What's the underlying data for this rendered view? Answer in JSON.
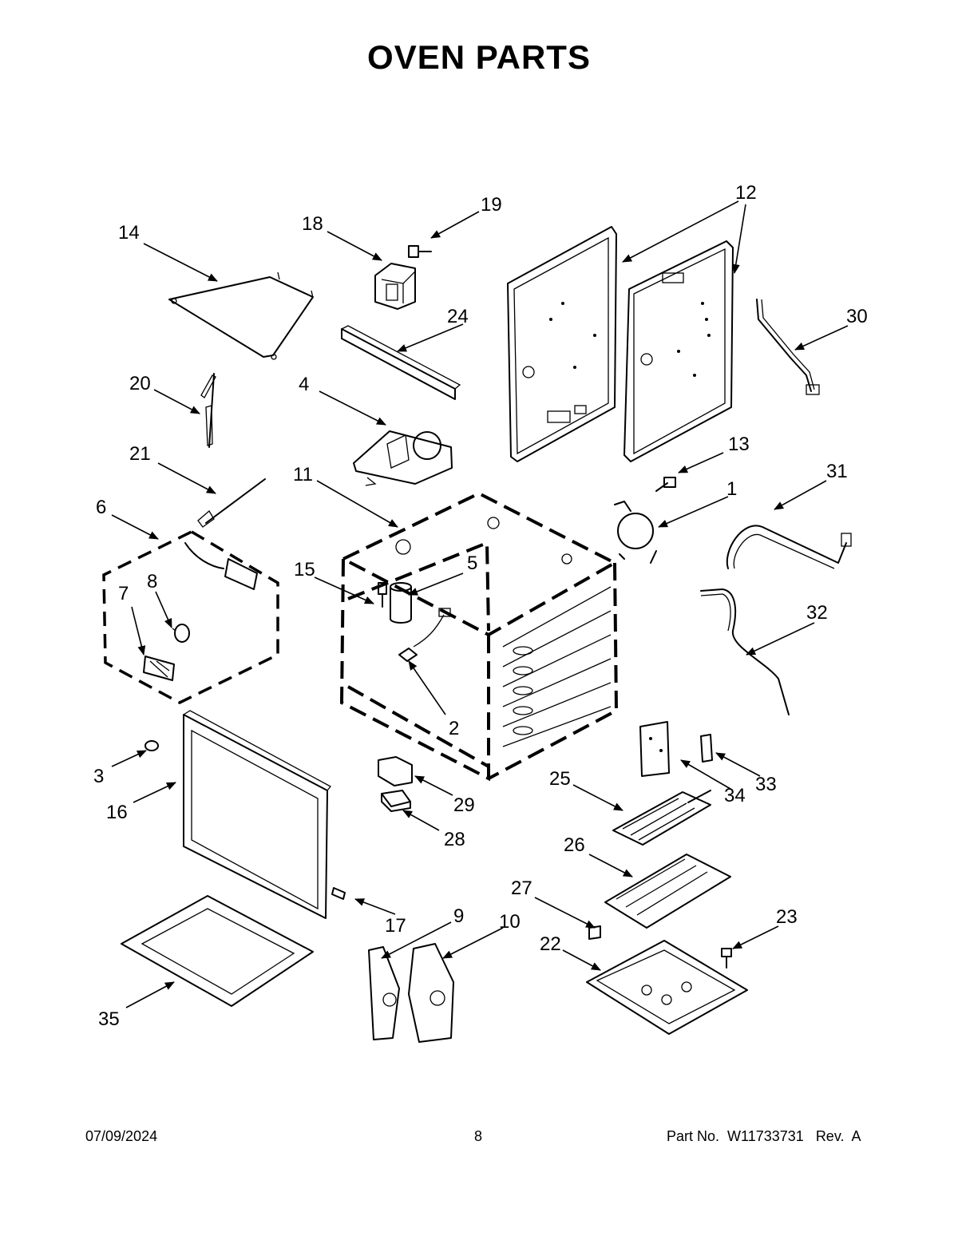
{
  "title": "OVEN PARTS",
  "callouts": {
    "c1": "1",
    "c2": "2",
    "c3": "3",
    "c4": "4",
    "c5": "5",
    "c6": "6",
    "c7": "7",
    "c8": "8",
    "c9": "9",
    "c10": "10",
    "c11": "11",
    "c12": "12",
    "c13": "13",
    "c14": "14",
    "c15": "15",
    "c16": "16",
    "c17": "17",
    "c18": "18",
    "c19": "19",
    "c20": "20",
    "c21": "21",
    "c22": "22",
    "c23": "23",
    "c24": "24",
    "c25": "25",
    "c26": "26",
    "c27": "27",
    "c28": "28",
    "c29": "29",
    "c30": "30",
    "c31": "31",
    "c32": "32",
    "c33": "33",
    "c34": "34",
    "c35": "35"
  },
  "footer": {
    "date": "07/09/2024",
    "page": "8",
    "part_label": "Part No.",
    "part_number": "W11733731",
    "rev_label": "Rev.",
    "rev": "A"
  }
}
